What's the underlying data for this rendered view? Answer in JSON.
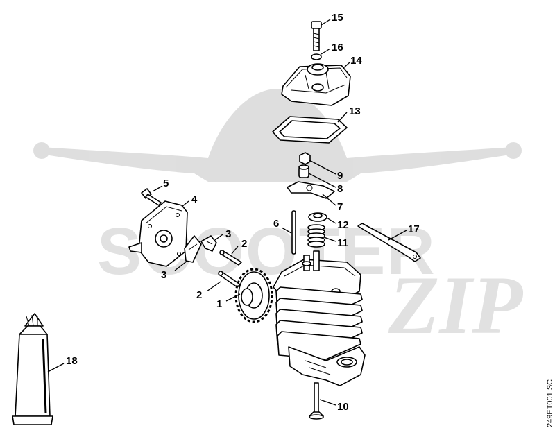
{
  "diagram_code": "249ET001 SC",
  "watermark": {
    "text": "SCOOTER",
    "script": "ZIP"
  },
  "callouts": {
    "c1": "1",
    "c2a": "2",
    "c2b": "2",
    "c3a": "3",
    "c3b": "3",
    "c4": "4",
    "c5": "5",
    "c6": "6",
    "c7": "7",
    "c8": "8",
    "c9": "9",
    "c10": "10",
    "c11": "11",
    "c12": "12",
    "c13": "13",
    "c14": "14",
    "c15": "15",
    "c16": "16",
    "c17": "17",
    "c18": "18"
  }
}
